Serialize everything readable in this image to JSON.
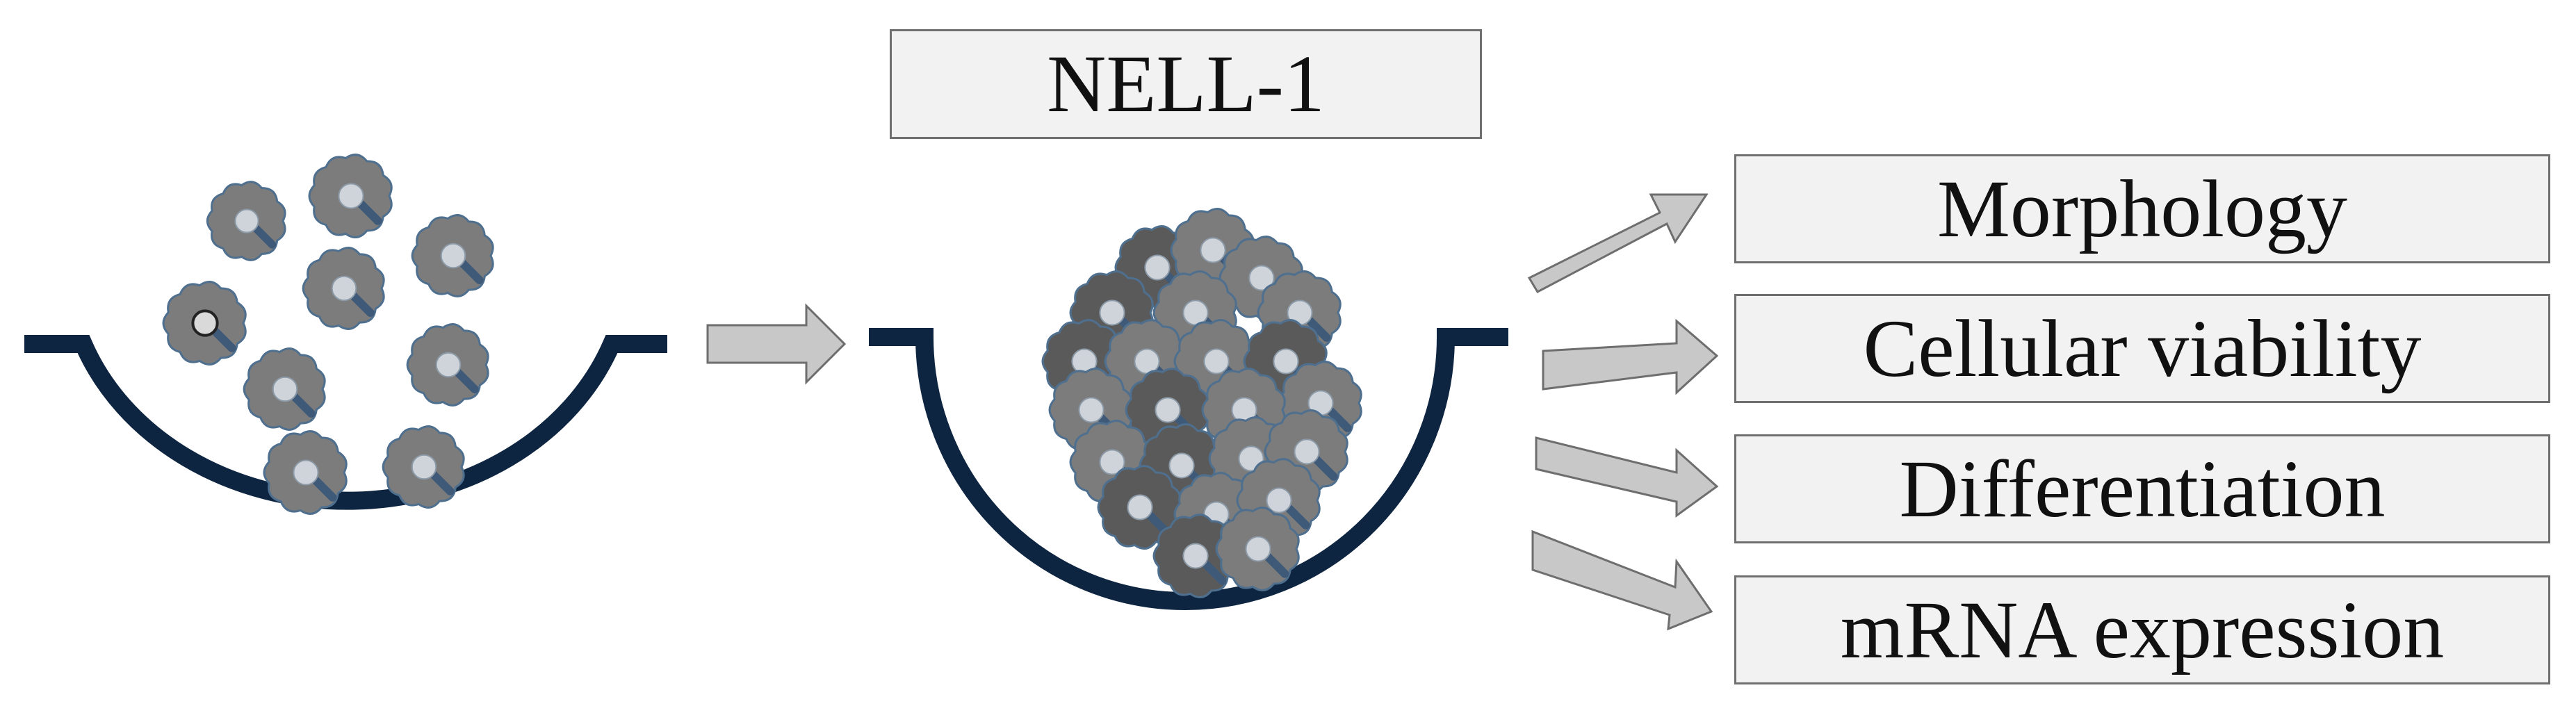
{
  "treatment": {
    "label": "NELL-1"
  },
  "outcomes": [
    {
      "label": "Morphology"
    },
    {
      "label": "Cellular viability"
    },
    {
      "label": "Differentiation"
    },
    {
      "label": "mRNA expression"
    }
  ],
  "colors": {
    "well": "#0d2540",
    "cell_fill": "#7c7c7c",
    "cell_dark": "#5a5a5a",
    "cell_outline": "#4f6f8f",
    "nucleus": "#cfd4da",
    "arrow_fill": "#c8c8c8",
    "arrow_outline": "#6e6e6e",
    "box_fill": "#f2f2f2",
    "box_outline": "#6f6f6f"
  }
}
